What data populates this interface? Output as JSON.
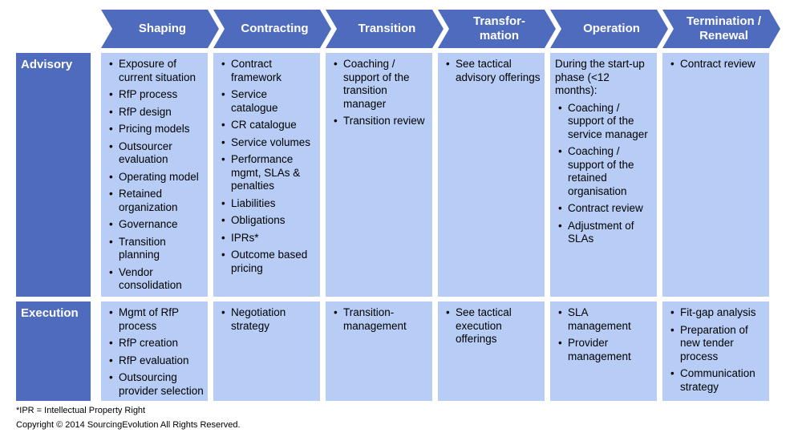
{
  "phases": [
    "Shaping",
    "Contracting",
    "Transition",
    "Transfor-\nmation",
    "Operation",
    "Termination /\nRenewal"
  ],
  "rows": [
    {
      "label": "Advisory",
      "cells": [
        {
          "items": [
            "Exposure of current situation",
            "RfP process",
            "RfP design",
            "Pricing models",
            "Outsourcer evaluation",
            "Operating model",
            "Retained organization",
            "Governance",
            "Transition planning",
            "Vendor consolidation"
          ]
        },
        {
          "items": [
            "Contract framework",
            "Service catalogue",
            "CR catalogue",
            "Service volumes",
            "Performance mgmt, SLAs & penalties",
            "Liabilities",
            "Obligations",
            "IPRs*",
            "Outcome based pricing"
          ]
        },
        {
          "items": [
            "Coaching / support of the transition manager",
            "Transition review"
          ]
        },
        {
          "items": [
            "See tactical advisory offerings"
          ]
        },
        {
          "intro": "During the start-up phase (<12 months):",
          "items": [
            "Coaching / support of the service manager",
            "Coaching / support of the retained organisation",
            "Contract review",
            "Adjustment of SLAs"
          ]
        },
        {
          "items": [
            "Contract review"
          ]
        }
      ]
    },
    {
      "label": "Execution",
      "cells": [
        {
          "items": [
            "Mgmt of RfP process",
            "RfP creation",
            "RfP evaluation",
            "Outsourcing provider selection"
          ]
        },
        {
          "items": [
            "Negotiation strategy"
          ]
        },
        {
          "items": [
            "Transition-management"
          ]
        },
        {
          "items": [
            "See tactical execution offerings"
          ]
        },
        {
          "items": [
            "SLA management",
            "Provider management"
          ]
        },
        {
          "items": [
            "Fit-gap analysis",
            "Preparation of new tender process",
            "Communication strategy"
          ]
        }
      ]
    }
  ],
  "footnote": "*IPR = Intellectual Property Right",
  "copyright": "Copyright © 2014 SourcingEvolution All Rights Reserved."
}
